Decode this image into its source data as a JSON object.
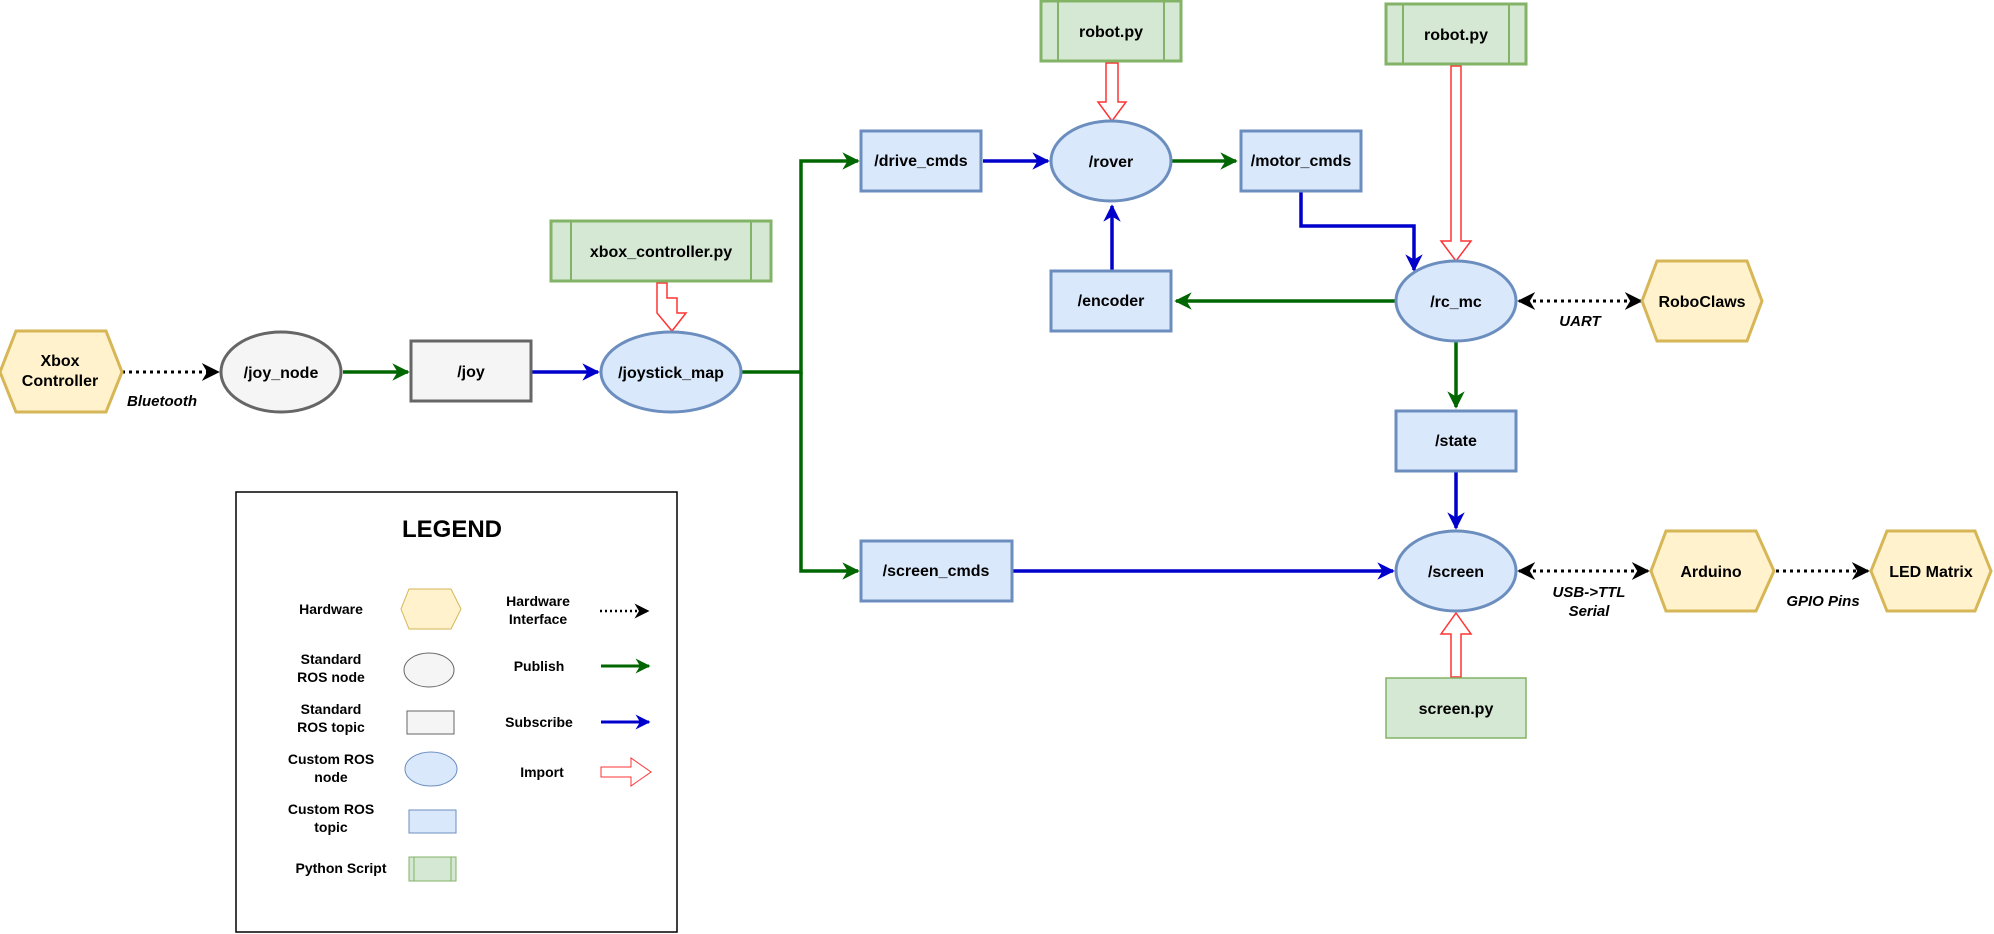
{
  "colors": {
    "hardware_fill": "#fff2cc",
    "hardware_stroke": "#d6b656",
    "std_node_fill": "#f5f5f5",
    "std_node_stroke": "#666666",
    "custom_fill": "#dae8fc",
    "custom_stroke": "#6c8ebf",
    "script_fill": "#d5e8d4",
    "script_stroke": "#82b366",
    "publish": "#006600",
    "subscribe": "#0000cc",
    "import": "#ff3333"
  },
  "nodes": {
    "xbox_controller": "Xbox\nController",
    "joy_node": "/joy_node",
    "joy": "/joy",
    "joystick_map": "/joystick_map",
    "xbox_controller_py": "xbox_controller.py",
    "drive_cmds": "/drive_cmds",
    "screen_cmds": "/screen_cmds",
    "rover": "/rover",
    "robot_py_1": "robot.py",
    "motor_cmds": "/motor_cmds",
    "encoder": "/encoder",
    "robot_py_2": "robot.py",
    "rc_mc": "/rc_mc",
    "roboclaws": "RoboClaws",
    "state": "/state",
    "screen": "/screen",
    "screen_py": "screen.py",
    "arduino": "Arduino",
    "led_matrix": "LED Matrix"
  },
  "edge_labels": {
    "bluetooth": "Bluetooth",
    "uart": "UART",
    "usb_ttl_1": "USB->TTL",
    "usb_ttl_2": "Serial",
    "gpio": "GPIO Pins"
  },
  "legend": {
    "title": "LEGEND",
    "hardware": "Hardware",
    "standard_ros_node_1": "Standard",
    "standard_ros_node_2": "ROS node",
    "standard_ros_topic_1": "Standard",
    "standard_ros_topic_2": "ROS topic",
    "custom_ros_node_1": "Custom ROS",
    "custom_ros_node_2": "node",
    "custom_ros_topic_1": "Custom ROS",
    "custom_ros_topic_2": "topic",
    "python_script": "Python Script",
    "hardware_interface_1": "Hardware",
    "hardware_interface_2": "Interface",
    "publish": "Publish",
    "subscribe": "Subscribe",
    "import": "Import"
  }
}
